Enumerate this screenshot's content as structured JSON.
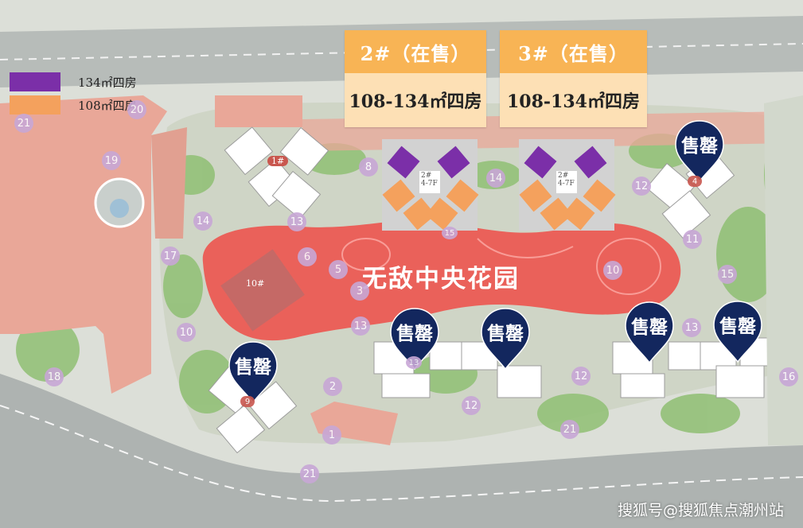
{
  "legend": {
    "items": [
      {
        "label": "134㎡四房",
        "color": "#7b2fa8"
      },
      {
        "label": "108㎡四房",
        "color": "#f4a15d"
      }
    ]
  },
  "sale_cards": [
    {
      "title": "2#（在售）",
      "subtitle": "108-134㎡四房"
    },
    {
      "title": "3#（在售）",
      "subtitle": "108-134㎡四房"
    }
  ],
  "central_garden": {
    "label": "无敌中央花园",
    "color": "#f0443e"
  },
  "sold_pins": {
    "label": "售罄",
    "color": "#13275e",
    "count": 6
  },
  "building_labels": [
    "1#",
    "2#\n4-7F",
    "2#\n4-7F",
    "10#"
  ],
  "site_numbers": [
    "21",
    "20",
    "19",
    "14",
    "17",
    "10",
    "18",
    "13",
    "8",
    "14",
    "12",
    "11",
    "15",
    "6",
    "5",
    "3",
    "13",
    "2",
    "1",
    "21",
    "12",
    "21",
    "12",
    "10",
    "13",
    "16",
    "9",
    "4",
    "15",
    "13"
  ],
  "colors": {
    "accent_orange": "#f8b455",
    "card_bg": "#fde0b5",
    "building_pink": "#e9a798",
    "green": "#8fbf73"
  },
  "watermark": "搜狐号@搜狐焦点潮州站"
}
